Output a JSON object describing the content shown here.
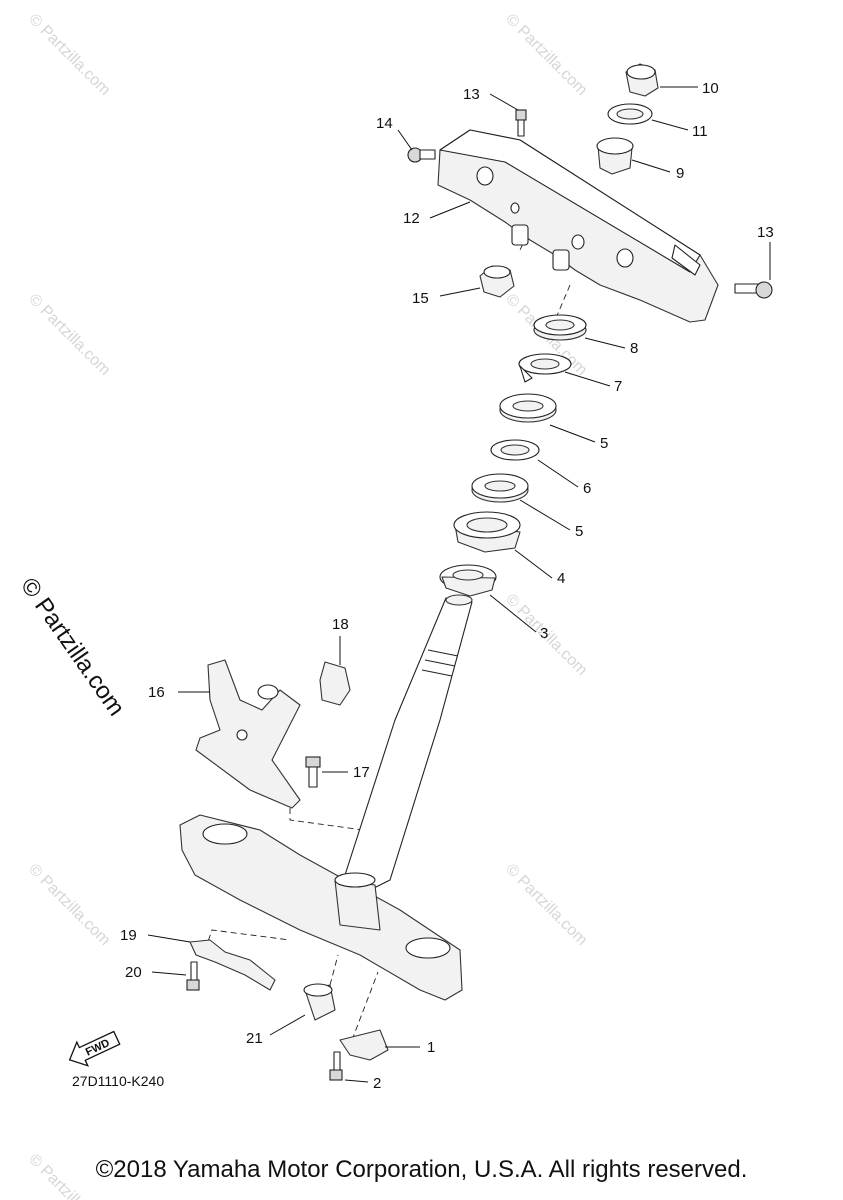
{
  "watermarks": [
    "© Partzilla.com",
    "© Partzilla.com",
    "© Partzilla.com",
    "© Partzilla.com",
    "© Partzilla.com",
    "© Partzilla.com",
    "© Partzilla.com",
    "© Partzilla.com"
  ],
  "side_watermark": "© Partzilla.com",
  "fwd_label": "FWD",
  "diagram_code": "27D1110-K240",
  "copyright": "©2018 Yamaha Motor Corporation, U.S.A. All rights reserved.",
  "callouts": [
    "1",
    "2",
    "3",
    "4",
    "5",
    "5",
    "6",
    "7",
    "8",
    "9",
    "10",
    "11",
    "12",
    "13",
    "13",
    "14",
    "15",
    "16",
    "17",
    "18",
    "19",
    "20",
    "21"
  ]
}
